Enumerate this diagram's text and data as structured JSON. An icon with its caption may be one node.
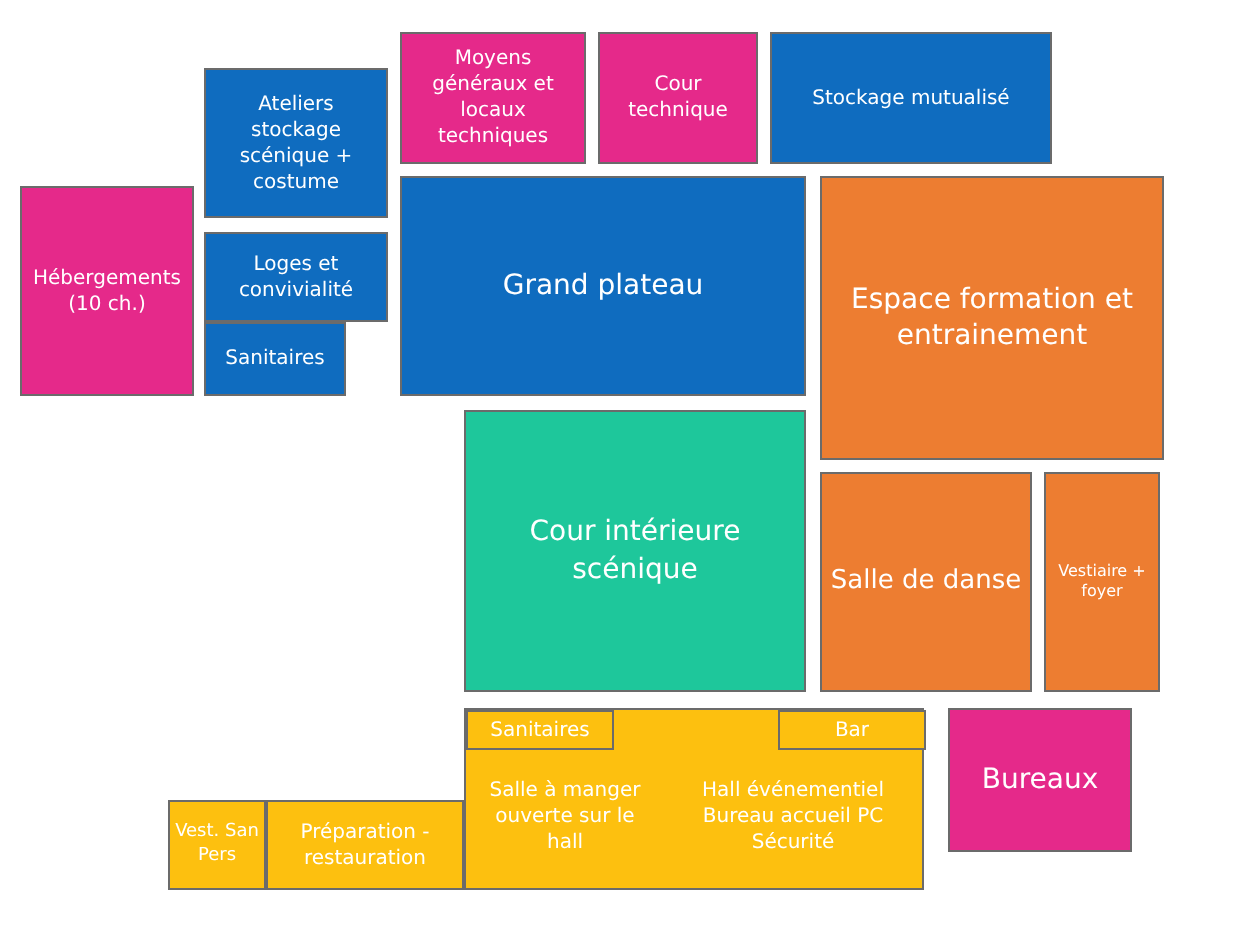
{
  "diagram": {
    "nodes": [
      {
        "text": [
          "Hébergements (10 ch.)"
        ]
      },
      {
        "text": [
          "Ateliers stockage scénique + costume"
        ]
      },
      {
        "text": [
          "Moyens généraux et locaux techniques"
        ]
      },
      {
        "text": [
          "Cour technique"
        ]
      },
      {
        "text": [
          "Stockage mutualisé"
        ]
      },
      {
        "text": [
          "Loges et convivialité"
        ]
      },
      {
        "text": [
          "Sanitaires"
        ]
      },
      {
        "text": [
          "Grand plateau"
        ]
      },
      {
        "text": [
          "Espace formation et entrainement"
        ]
      },
      {
        "text": [
          "Cour intérieure scénique"
        ]
      },
      {
        "text": [
          "Salle de danse"
        ]
      },
      {
        "text": [
          "Vestiaire + foyer"
        ]
      },
      {
        "text": [
          "Salle à manger ouverte sur le hall",
          "Hall événementiel Bureau accueil PC Sécurité"
        ]
      },
      {
        "text": [
          "Sanitaires"
        ],
        "in": 12
      },
      {
        "text": [
          "Bar"
        ],
        "in": 12
      },
      {
        "text": [
          "Bureaux"
        ]
      },
      {
        "text": [
          "Vest. San Pers"
        ]
      },
      {
        "text": [
          "Préparation - restauration"
        ]
      }
    ]
  }
}
